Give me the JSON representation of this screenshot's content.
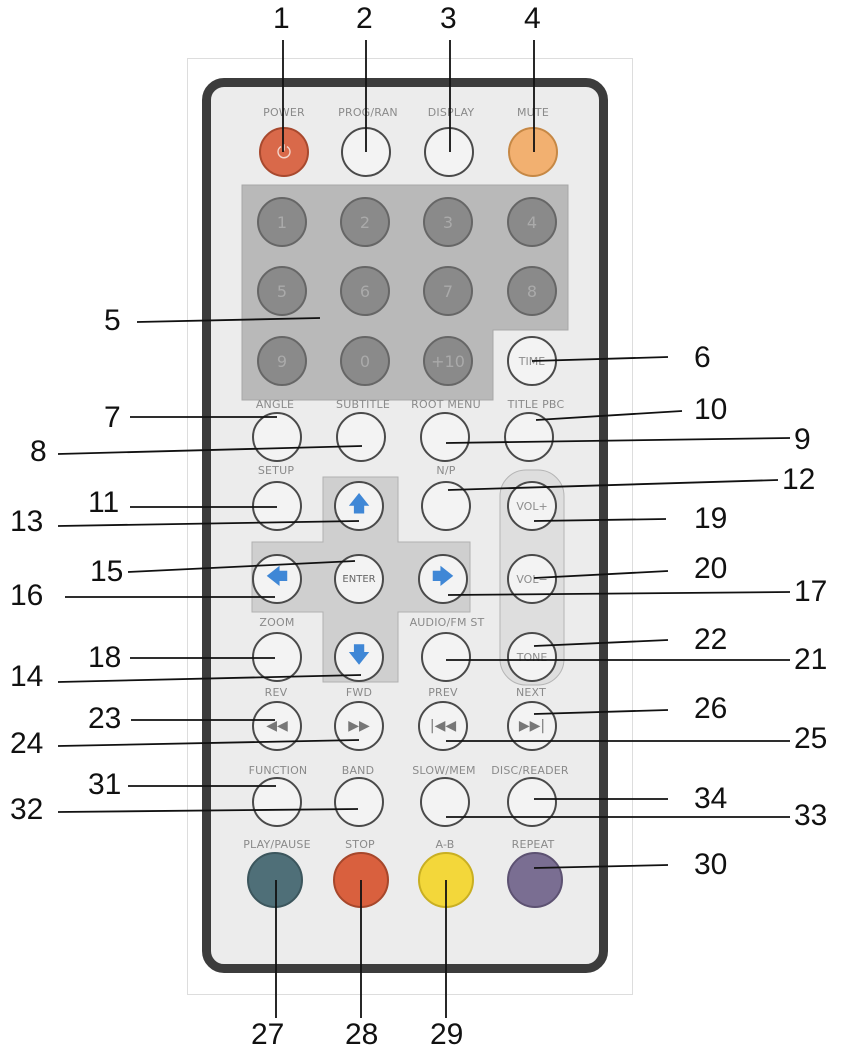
{
  "remote": {
    "button_labels": {
      "power": "POWER",
      "prog_ran": "PROG/RAN",
      "display": "DISPLAY",
      "mute": "MUTE",
      "angle": "ANGLE",
      "subtitle": "SUBTITLE",
      "root_menu": "ROOT MENU",
      "title_pbc": "TITLE PBC",
      "setup": "SETUP",
      "np": "N/P",
      "zoom": "ZOOM",
      "audio_fmst": "AUDIO/FM ST",
      "rev": "REV",
      "fwd": "FWD",
      "prev": "PREV",
      "next": "NEXT",
      "function": "FUNCTION",
      "band": "BAND",
      "slow_mem": "SLOW/MEM",
      "disc_reader": "DISC/READER",
      "play_pause": "PLAY/PAUSE",
      "stop": "STOP",
      "ab": "A-B",
      "repeat": "REPEAT"
    },
    "button_text": {
      "time": "TIME",
      "enter": "ENTER",
      "vol_plus": "VOL+",
      "vol_minus": "VOL−",
      "tone": "TONE"
    },
    "keypad": [
      "1",
      "2",
      "3",
      "4",
      "5",
      "6",
      "7",
      "8",
      "9",
      "0",
      "+10"
    ],
    "colors": {
      "power": "#d9694a",
      "mute": "#f2b070",
      "play_pause": "#4f6f78",
      "stop": "#d9603e",
      "ab": "#f3d73a",
      "repeat": "#7a6e92",
      "arrow": "#3f87d6"
    }
  },
  "callouts": [
    "1",
    "2",
    "3",
    "4",
    "5",
    "6",
    "7",
    "8",
    "9",
    "10",
    "11",
    "12",
    "13",
    "14",
    "15",
    "16",
    "17",
    "18",
    "19",
    "20",
    "21",
    "22",
    "23",
    "24",
    "25",
    "26",
    "27",
    "28",
    "29",
    "30",
    "31",
    "32",
    "33",
    "34"
  ]
}
